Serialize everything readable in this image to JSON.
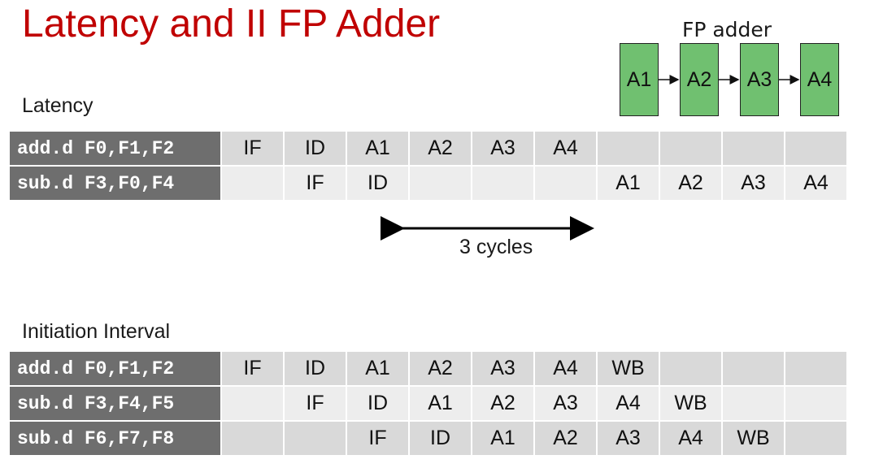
{
  "title": "Latency and II FP Adder",
  "fp_adder": {
    "label": "FP adder",
    "stages": [
      "A1",
      "A2",
      "A3",
      "A4"
    ],
    "box_color": "#70c070"
  },
  "latency": {
    "label": "Latency",
    "rows": [
      {
        "instr": "add.d F0,F1,F2",
        "cells": [
          "IF",
          "ID",
          "A1",
          "A2",
          "A3",
          "A4",
          "",
          "",
          "",
          ""
        ]
      },
      {
        "instr": "sub.d F3,F0,F4",
        "cells": [
          "",
          "IF",
          "ID",
          "",
          "",
          "",
          "A1",
          "A2",
          "A3",
          "A4"
        ]
      }
    ],
    "annotation": "3 cycles"
  },
  "initiation_interval": {
    "label": "Initiation Interval",
    "rows": [
      {
        "instr": "add.d F0,F1,F2",
        "cells": [
          "IF",
          "ID",
          "A1",
          "A2",
          "A3",
          "A4",
          "WB",
          "",
          "",
          ""
        ]
      },
      {
        "instr": "sub.d F3,F4,F5",
        "cells": [
          "",
          "IF",
          "ID",
          "A1",
          "A2",
          "A3",
          "A4",
          "WB",
          "",
          ""
        ]
      },
      {
        "instr": "sub.d F6,F7,F8",
        "cells": [
          "",
          "",
          "IF",
          "ID",
          "A1",
          "A2",
          "A3",
          "A4",
          "WB",
          ""
        ]
      }
    ]
  },
  "colors": {
    "title": "#c00000",
    "instr_bg": "#6e6e6e",
    "row_dark": "#d9d9d9",
    "row_light": "#ededed"
  }
}
